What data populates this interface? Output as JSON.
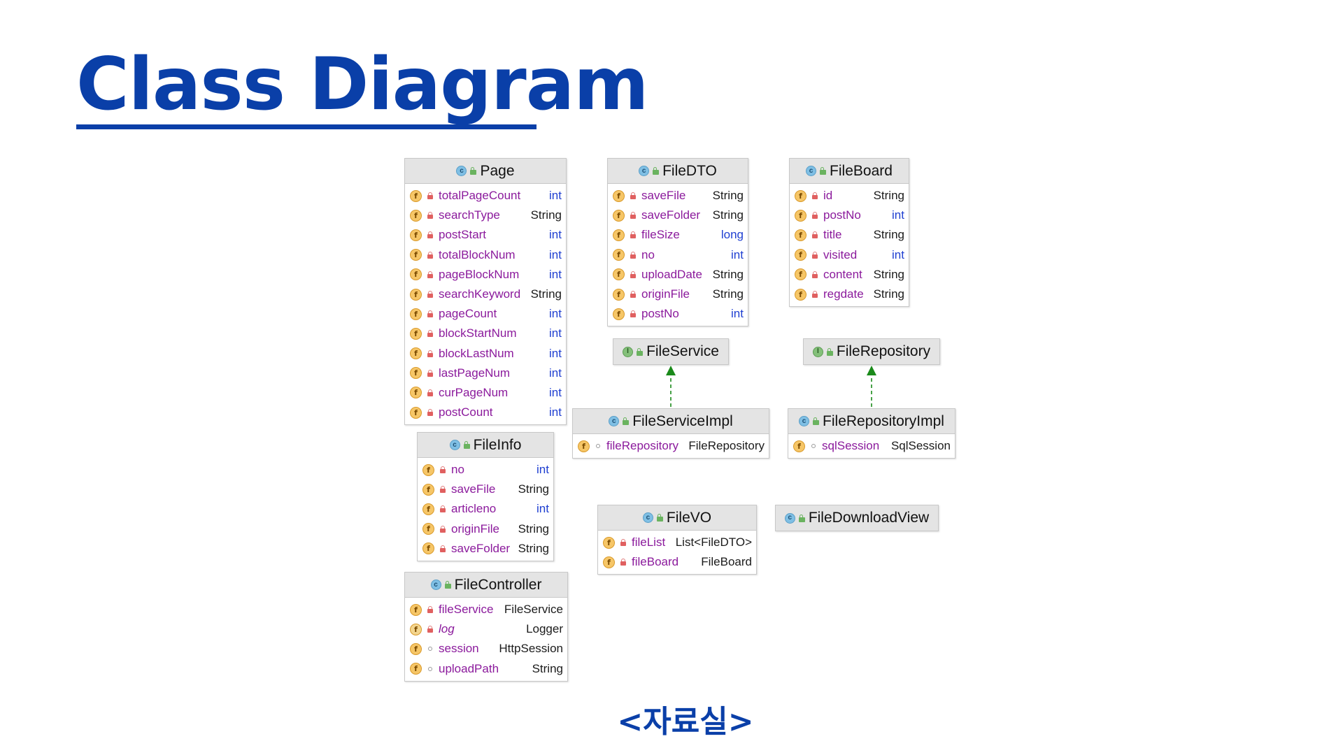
{
  "title": "Class Diagram",
  "caption": "<자료실>",
  "icons": {
    "class": "class-icon",
    "interface": "interface-icon",
    "field": "field-icon",
    "static_field": "static-field-icon",
    "private": "lock-icon",
    "package_private": "circle-icon",
    "public": "public-lock-icon"
  },
  "colors": {
    "title": "#0a3fa8",
    "field_name": "#8b1a9c",
    "primitive_type": "#1f3fd1",
    "implements_arrow": "#1a8a1a"
  },
  "classes": [
    {
      "id": "page",
      "kind": "class",
      "name": "Page",
      "fields": [
        {
          "name": "totalPageCount",
          "type": "int",
          "vis": "private"
        },
        {
          "name": "searchType",
          "type": "String",
          "vis": "private"
        },
        {
          "name": "postStart",
          "type": "int",
          "vis": "private"
        },
        {
          "name": "totalBlockNum",
          "type": "int",
          "vis": "private"
        },
        {
          "name": "pageBlockNum",
          "type": "int",
          "vis": "private"
        },
        {
          "name": "searchKeyword",
          "type": "String",
          "vis": "private"
        },
        {
          "name": "pageCount",
          "type": "int",
          "vis": "private"
        },
        {
          "name": "blockStartNum",
          "type": "int",
          "vis": "private"
        },
        {
          "name": "blockLastNum",
          "type": "int",
          "vis": "private"
        },
        {
          "name": "lastPageNum",
          "type": "int",
          "vis": "private"
        },
        {
          "name": "curPageNum",
          "type": "int",
          "vis": "private"
        },
        {
          "name": "postCount",
          "type": "int",
          "vis": "private"
        }
      ]
    },
    {
      "id": "filedto",
      "kind": "class",
      "name": "FileDTO",
      "fields": [
        {
          "name": "saveFile",
          "type": "String",
          "vis": "private"
        },
        {
          "name": "saveFolder",
          "type": "String",
          "vis": "private"
        },
        {
          "name": "fileSize",
          "type": "long",
          "vis": "private"
        },
        {
          "name": "no",
          "type": "int",
          "vis": "private"
        },
        {
          "name": "uploadDate",
          "type": "String",
          "vis": "private"
        },
        {
          "name": "originFile",
          "type": "String",
          "vis": "private"
        },
        {
          "name": "postNo",
          "type": "int",
          "vis": "private"
        }
      ]
    },
    {
      "id": "fileboard",
      "kind": "class",
      "name": "FileBoard",
      "fields": [
        {
          "name": "id",
          "type": "String",
          "vis": "private"
        },
        {
          "name": "postNo",
          "type": "int",
          "vis": "private"
        },
        {
          "name": "title",
          "type": "String",
          "vis": "private"
        },
        {
          "name": "visited",
          "type": "int",
          "vis": "private"
        },
        {
          "name": "content",
          "type": "String",
          "vis": "private"
        },
        {
          "name": "regdate",
          "type": "String",
          "vis": "private"
        }
      ]
    },
    {
      "id": "fileservice",
      "kind": "interface",
      "name": "FileService",
      "fields": []
    },
    {
      "id": "filerepository",
      "kind": "interface",
      "name": "FileRepository",
      "fields": []
    },
    {
      "id": "fileserviceimpl",
      "kind": "class",
      "name": "FileServiceImpl",
      "fields": [
        {
          "name": "fileRepository",
          "type": "FileRepository",
          "vis": "package"
        }
      ]
    },
    {
      "id": "filerepositoryimpl",
      "kind": "class",
      "name": "FileRepositoryImpl",
      "fields": [
        {
          "name": "sqlSession",
          "type": "SqlSession",
          "vis": "package"
        }
      ]
    },
    {
      "id": "fileinfo",
      "kind": "class",
      "name": "FileInfo",
      "fields": [
        {
          "name": "no",
          "type": "int",
          "vis": "private"
        },
        {
          "name": "saveFile",
          "type": "String",
          "vis": "private"
        },
        {
          "name": "articleno",
          "type": "int",
          "vis": "private"
        },
        {
          "name": "originFile",
          "type": "String",
          "vis": "private"
        },
        {
          "name": "saveFolder",
          "type": "String",
          "vis": "private"
        }
      ]
    },
    {
      "id": "filevo",
      "kind": "class",
      "name": "FileVO",
      "fields": [
        {
          "name": "fileList",
          "type": "List<FileDTO>",
          "vis": "private"
        },
        {
          "name": "fileBoard",
          "type": "FileBoard",
          "vis": "private"
        }
      ]
    },
    {
      "id": "filedownloadview",
      "kind": "class",
      "name": "FileDownloadView",
      "fields": []
    },
    {
      "id": "filecontroller",
      "kind": "class",
      "name": "FileController",
      "fields": [
        {
          "name": "fileService",
          "type": "FileService",
          "vis": "private"
        },
        {
          "name": "log",
          "type": "Logger",
          "vis": "private",
          "static": true
        },
        {
          "name": "session",
          "type": "HttpSession",
          "vis": "package"
        },
        {
          "name": "uploadPath",
          "type": "String",
          "vis": "package"
        }
      ]
    }
  ],
  "relations": [
    {
      "from": "fileserviceimpl",
      "to": "fileservice",
      "type": "implements"
    },
    {
      "from": "filerepositoryimpl",
      "to": "filerepository",
      "type": "implements"
    }
  ]
}
